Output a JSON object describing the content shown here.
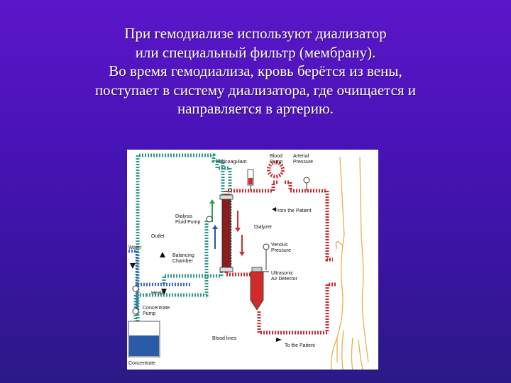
{
  "slide": {
    "lines": [
      "При гемодиализе используют диализатор",
      "или специальный фильтр (мембрану).",
      "Во время гемодиализа, кровь берётся из вены,",
      "поступает в систему диализатора, где очищается и",
      "направляется в артерию."
    ]
  },
  "diagram": {
    "labels": {
      "anticoagulant": "Anticoagulant",
      "blood_pump_1": "Blood",
      "blood_pump_2": "Pump",
      "arterial_1": "Arterial",
      "arterial_2": "Pressure",
      "from_patient": "From the Patient",
      "dialysis_pump_1": "Dialysis",
      "dialysis_pump_2": "Fluid Pump",
      "dialyzer": "Dialyzer",
      "outlet": "Outlet",
      "water": "Water",
      "balancing_1": "Balancing",
      "balancing_2": "Chamber",
      "venous_1": "Venous",
      "venous_2": "Pressure",
      "ultrasonic_1": "Ultrasonic",
      "ultrasonic_2": "Air Detector",
      "heater": "Heater",
      "concentrate_pump_1": "Concentrate",
      "concentrate_pump_2": "Pump",
      "blood_lines": "Blood lines",
      "to_patient": "To the Patient",
      "concentrate": "Concentrate"
    },
    "colors": {
      "blood": "#d22a2a",
      "dialysate": "#2f9a8a",
      "water": "#3a64c4",
      "arm": "#e8b04a"
    }
  }
}
